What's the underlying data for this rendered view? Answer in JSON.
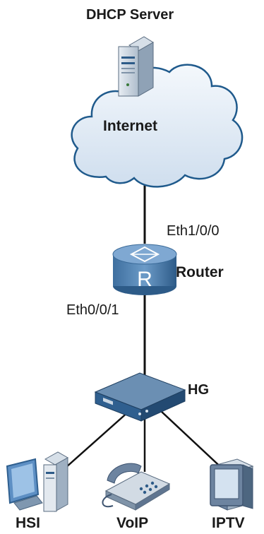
{
  "nodes": {
    "dhcp_server": "DHCP Server",
    "internet": "Internet",
    "router": "Router",
    "hg": "HG",
    "hsi": "HSI",
    "voip": "VoIP",
    "iptv": "IPTV"
  },
  "ports": {
    "router_upstream": "Eth1/0/0",
    "router_downstream": "Eth0/0/1"
  },
  "router_glyph": "R",
  "colors": {
    "cloud_fill": "#dfe9f4",
    "cloud_edge": "#1f5a8c",
    "device_blue": "#2f5f8f",
    "link": "#111111"
  }
}
